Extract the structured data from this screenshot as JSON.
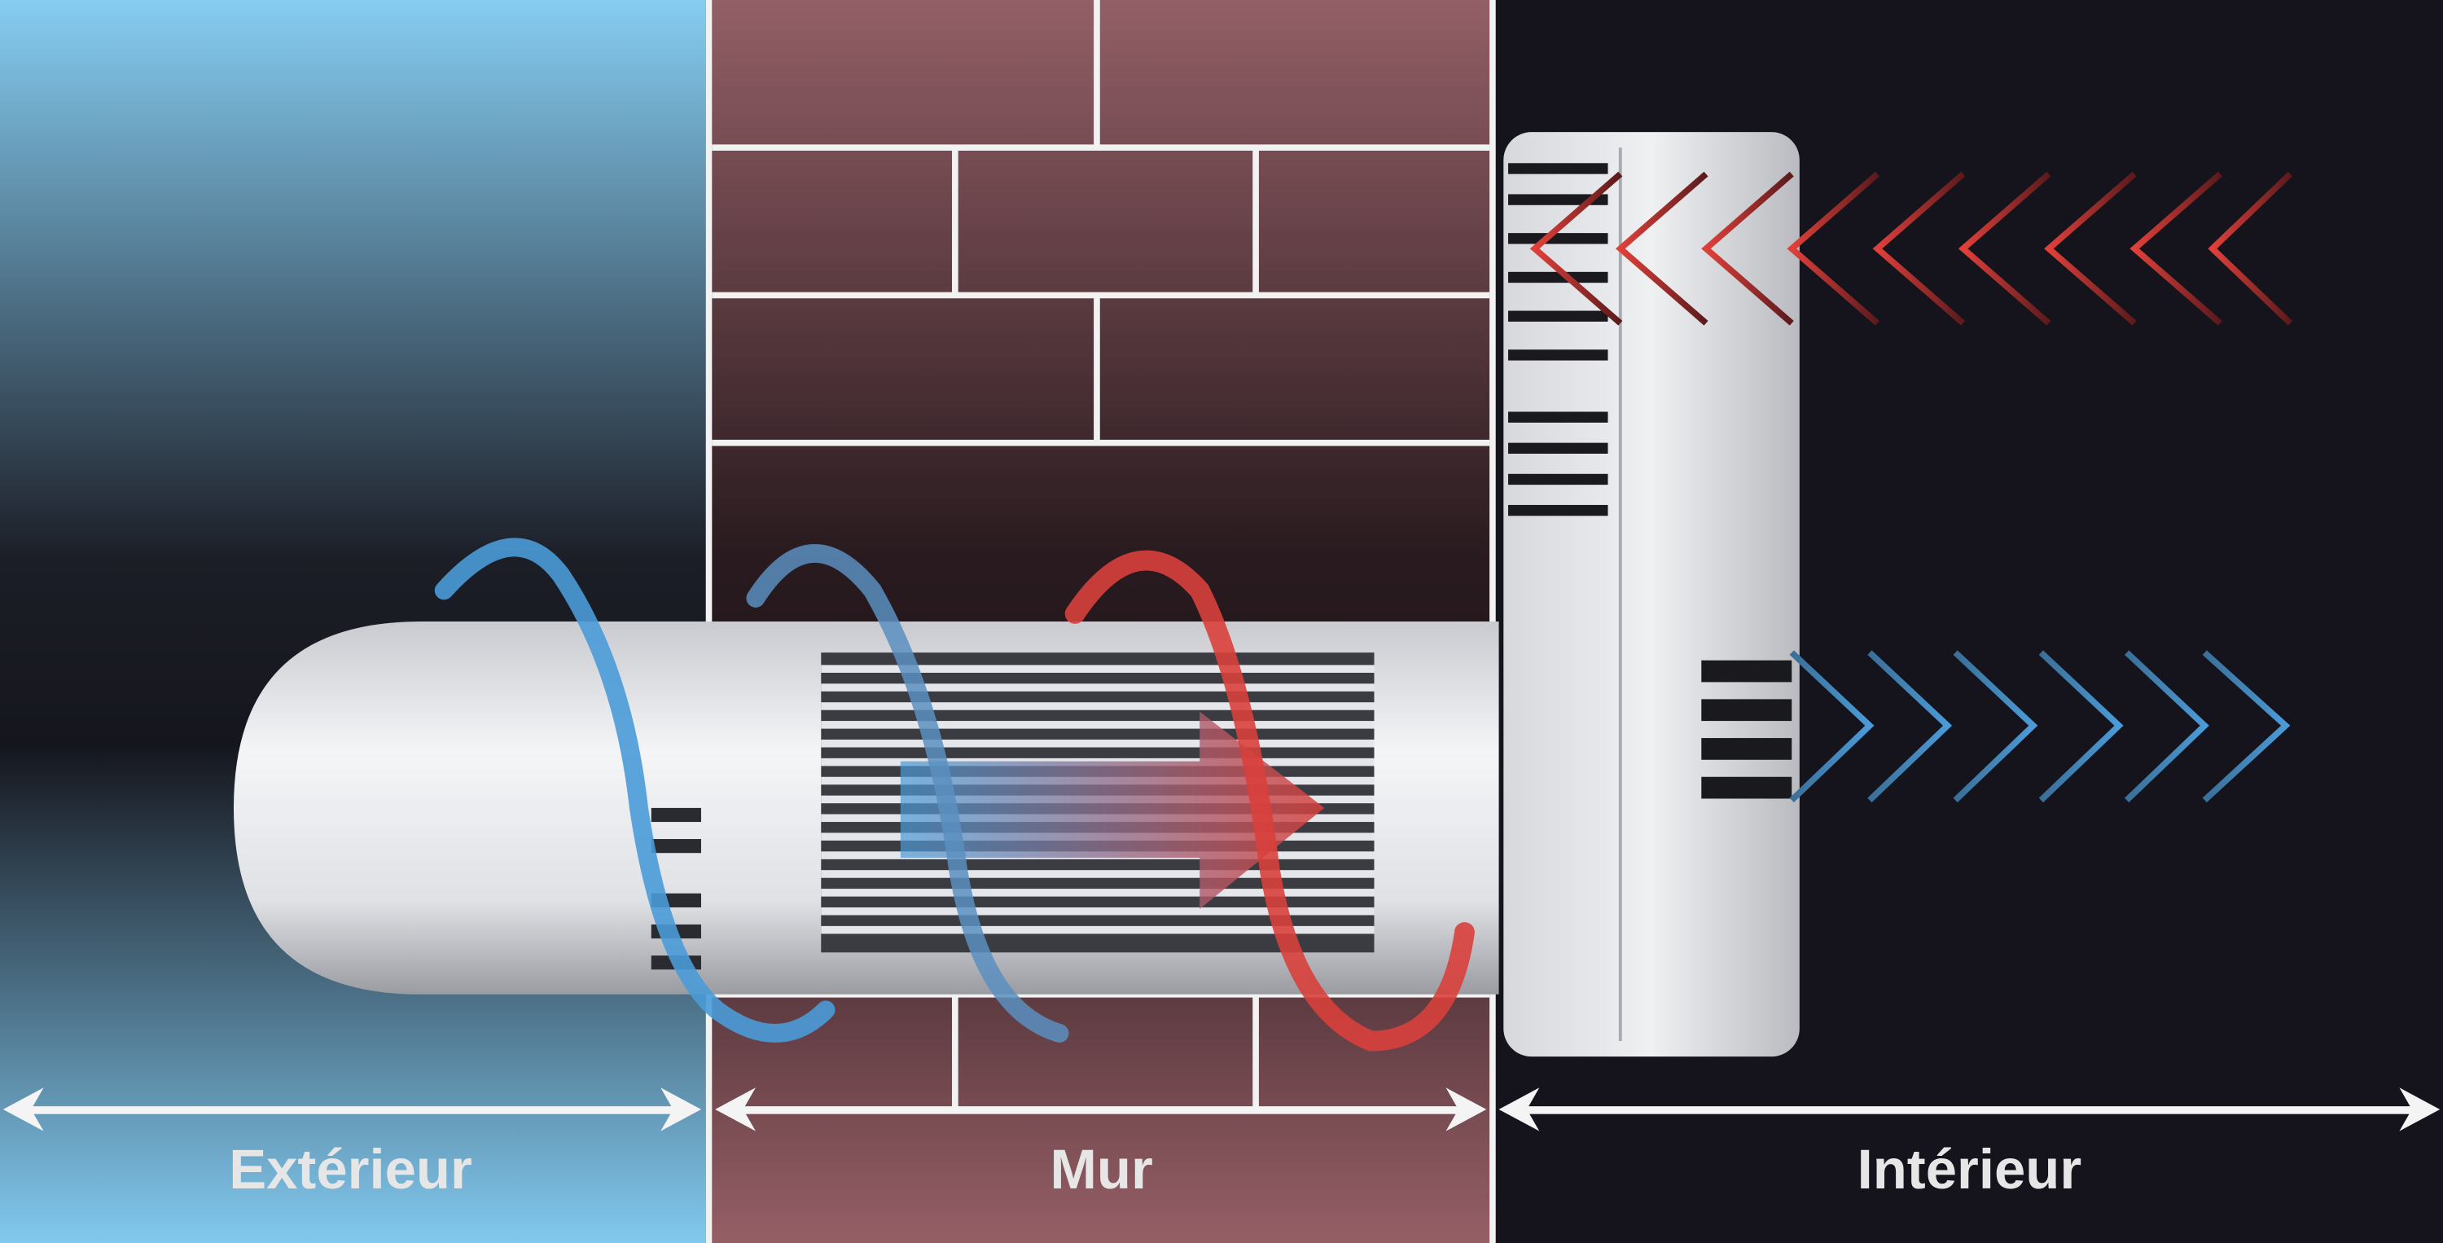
{
  "zones": {
    "exterior": {
      "label": "Extérieur",
      "color_top": "#7fc8ee",
      "color_mid": "#1b1d26",
      "color_bottom": "#7fc8ee"
    },
    "wall": {
      "label": "Mur",
      "color_top": "#8e5c63",
      "color_mid": "#2a1a1e",
      "color_bottom": "#8e5c63"
    },
    "interior": {
      "label": "Intérieur",
      "color": "#15141c"
    }
  },
  "airflow": {
    "warm_color": "#d8403c",
    "cold_color": "#4a9bd8"
  }
}
